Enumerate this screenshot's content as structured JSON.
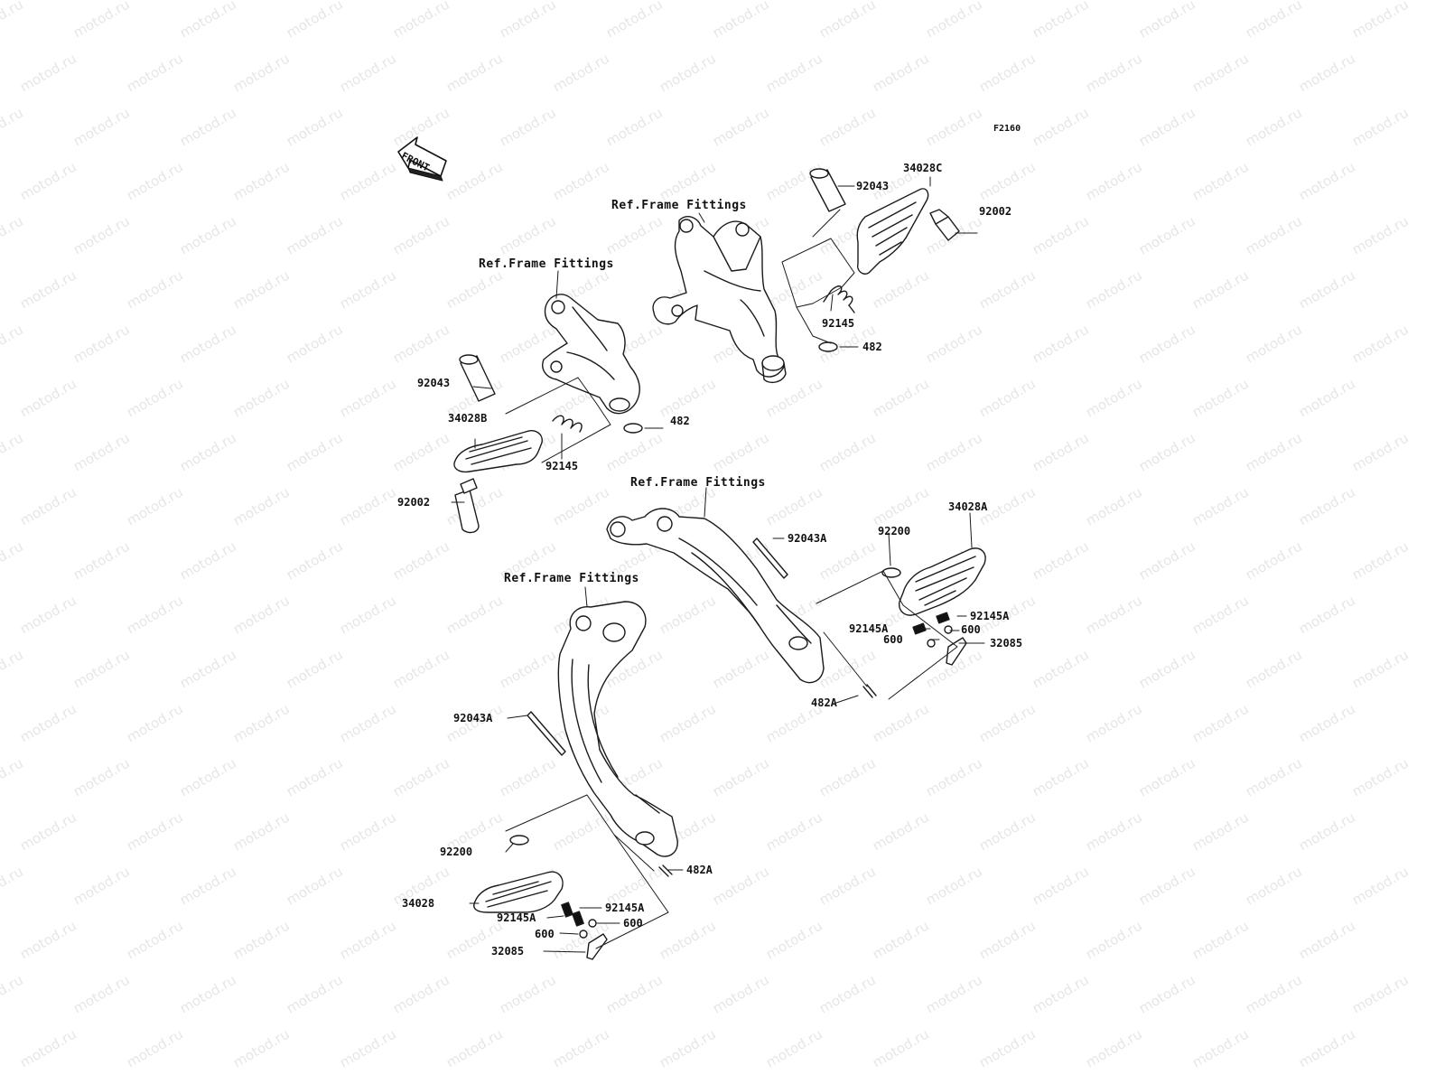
{
  "diagram_code": "F2160",
  "front_arrow": {
    "label": "FRONT"
  },
  "watermark": {
    "text": "motod.ru"
  },
  "reference_labels": [
    "Ref.Frame Fittings",
    "Ref.Frame Fittings",
    "Ref.Frame Fittings",
    "Ref.Frame Fittings"
  ],
  "callouts": [
    "92043",
    "34028C",
    "92002",
    "92145",
    "482",
    "92043",
    "34028B",
    "92145",
    "482",
    "92002",
    "92043A",
    "92200",
    "34028A",
    "92145A",
    "92145A",
    "600",
    "600",
    "32085",
    "482A",
    "92043A",
    "92200",
    "482A",
    "34028",
    "92145A",
    "92145A",
    "600",
    "600",
    "32085"
  ]
}
